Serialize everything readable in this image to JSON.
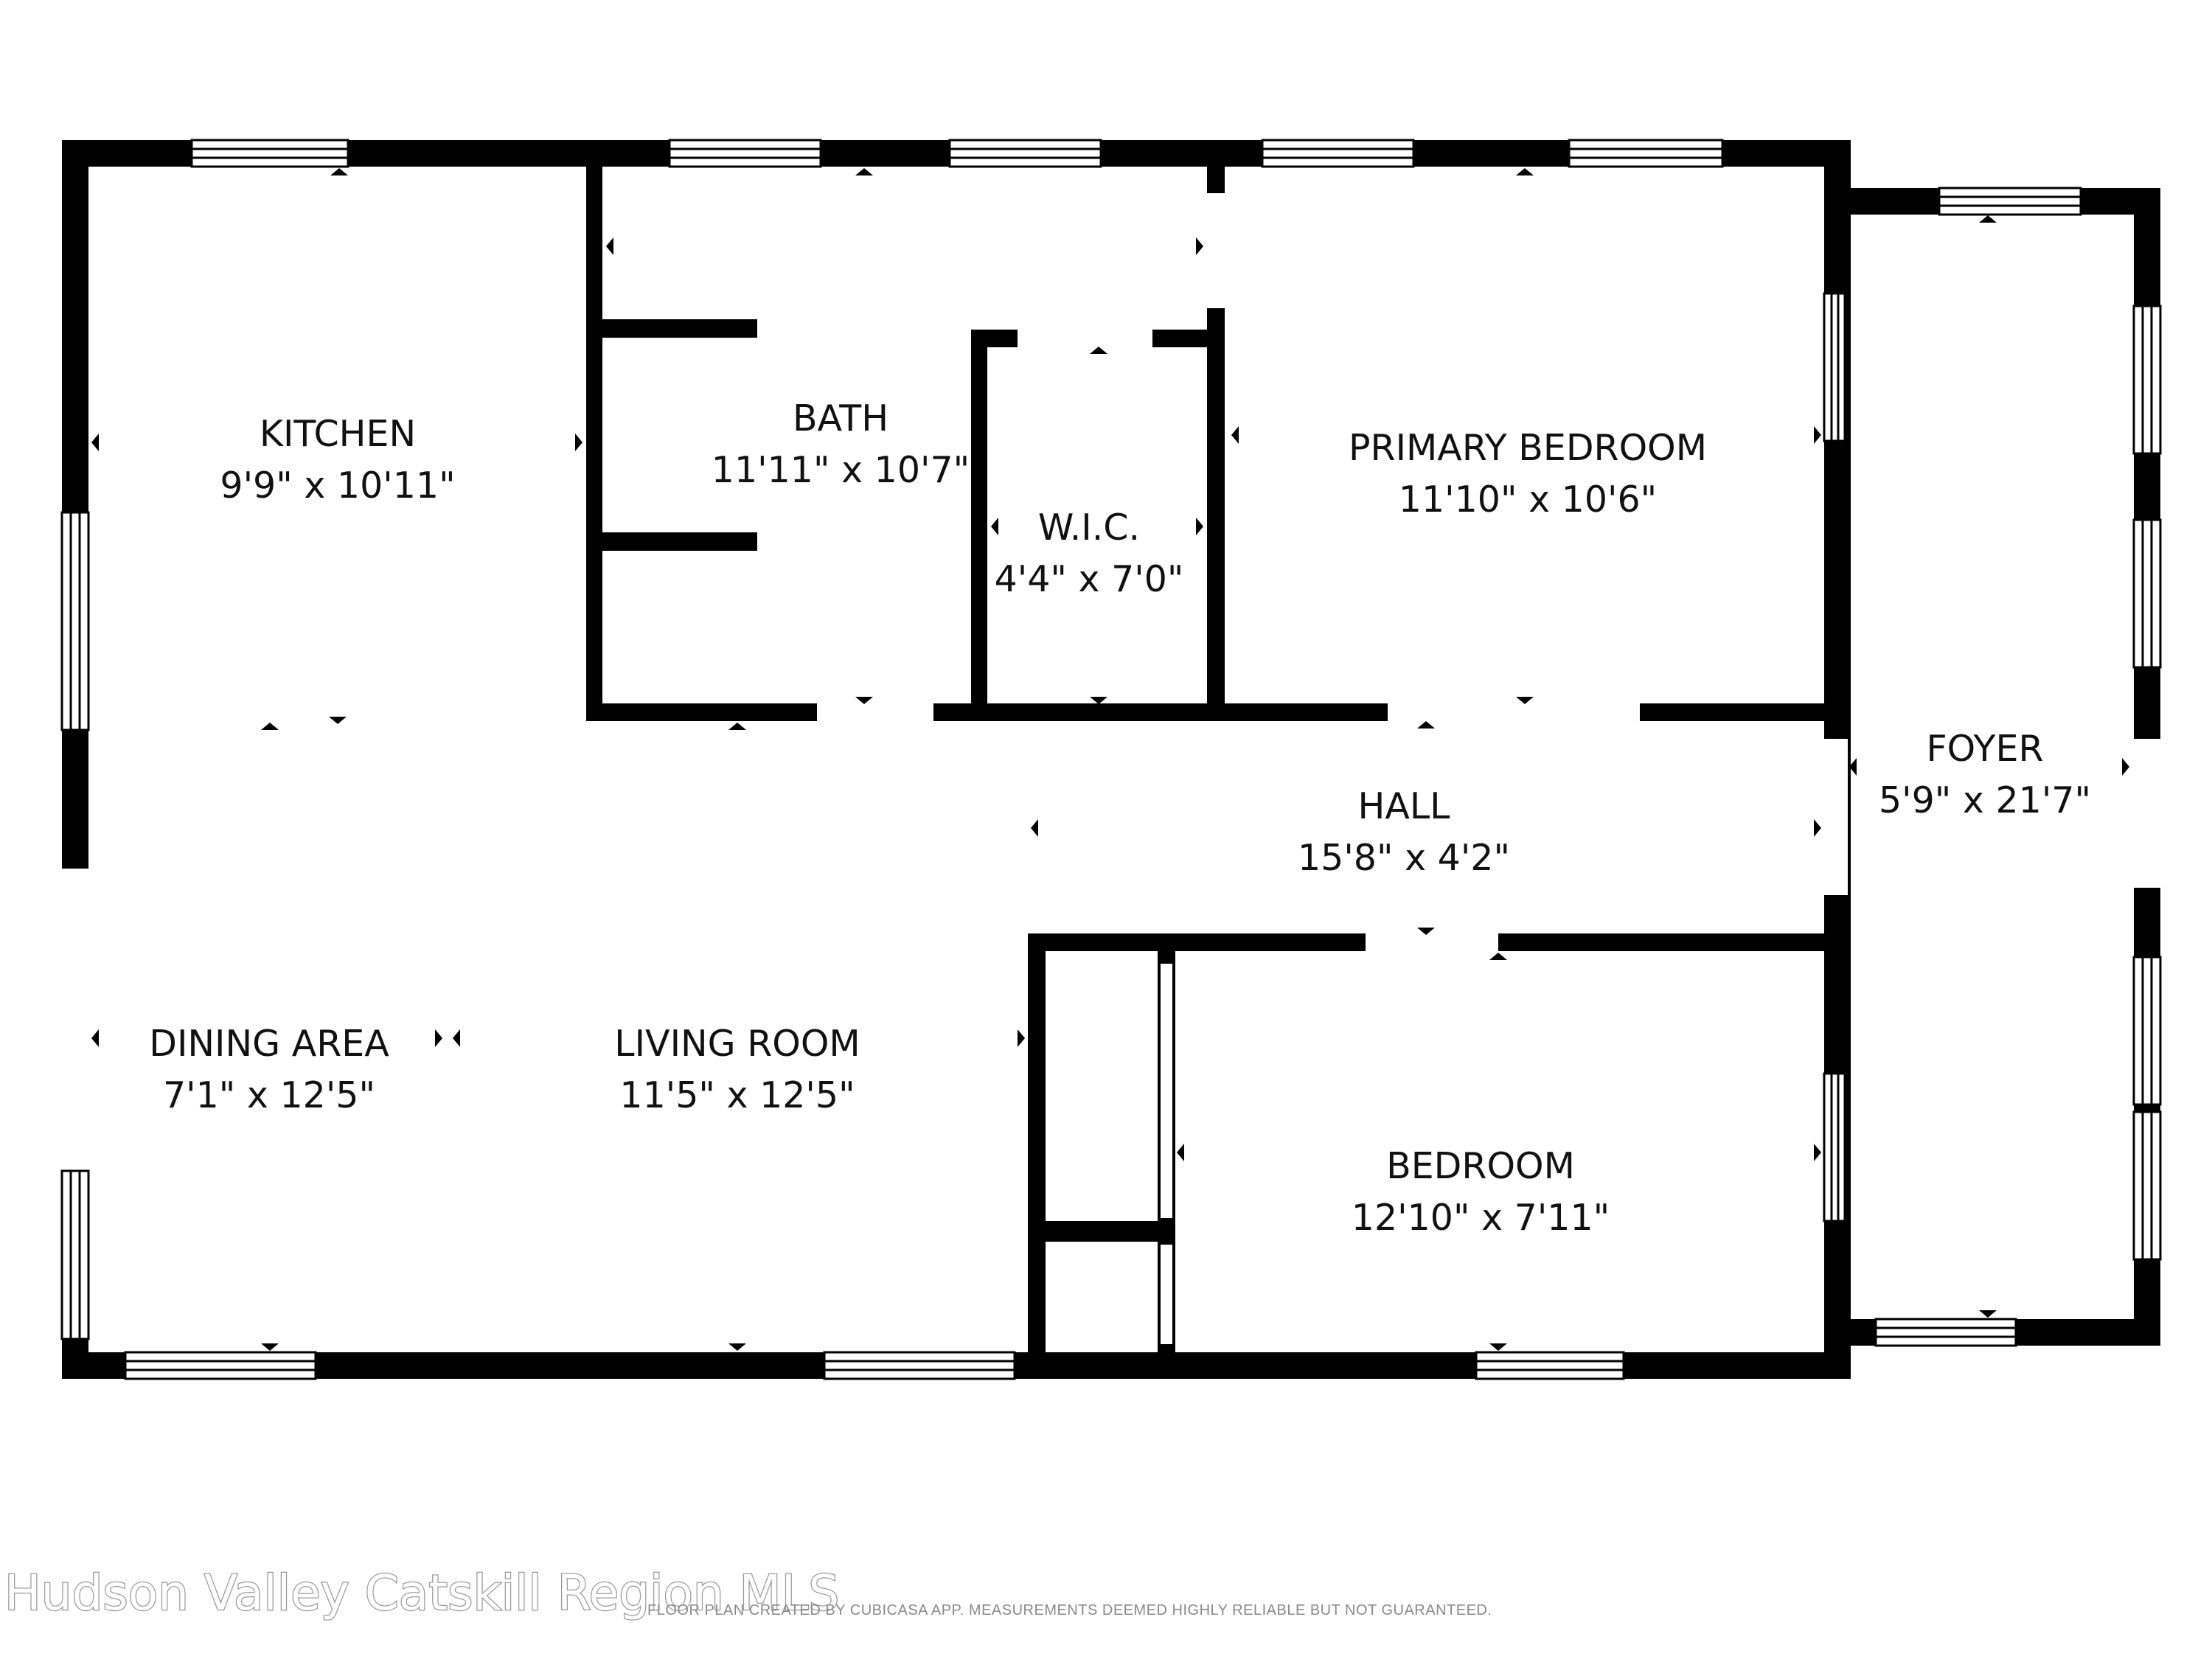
{
  "rooms": [
    {
      "name": "KITCHEN",
      "dims": "9'9\" x 10'11\""
    },
    {
      "name": "BATH",
      "dims": "11'11\" x 10'7\""
    },
    {
      "name": "W.I.C.",
      "dims": "4'4\" x 7'0\""
    },
    {
      "name": "PRIMARY BEDROOM",
      "dims": "11'10\" x 10'6\""
    },
    {
      "name": "FOYER",
      "dims": "5'9\" x 21'7\""
    },
    {
      "name": "HALL",
      "dims": "15'8\" x 4'2\""
    },
    {
      "name": "DINING AREA",
      "dims": "7'1\" x 12'5\""
    },
    {
      "name": "LIVING ROOM",
      "dims": "11'5\" x 12'5\""
    },
    {
      "name": "BEDROOM",
      "dims": "12'10\" x 7'11\""
    }
  ],
  "footer_note": "FLOOR PLAN CREATED BY CUBICASA APP. MEASUREMENTS DEEMED HIGHLY RELIABLE BUT NOT GUARANTEED.",
  "watermark": "Hudson Valley Catskill Region MLS",
  "colors": {
    "wall": "#000000",
    "window": "#ffffff",
    "background": "#ffffff"
  }
}
